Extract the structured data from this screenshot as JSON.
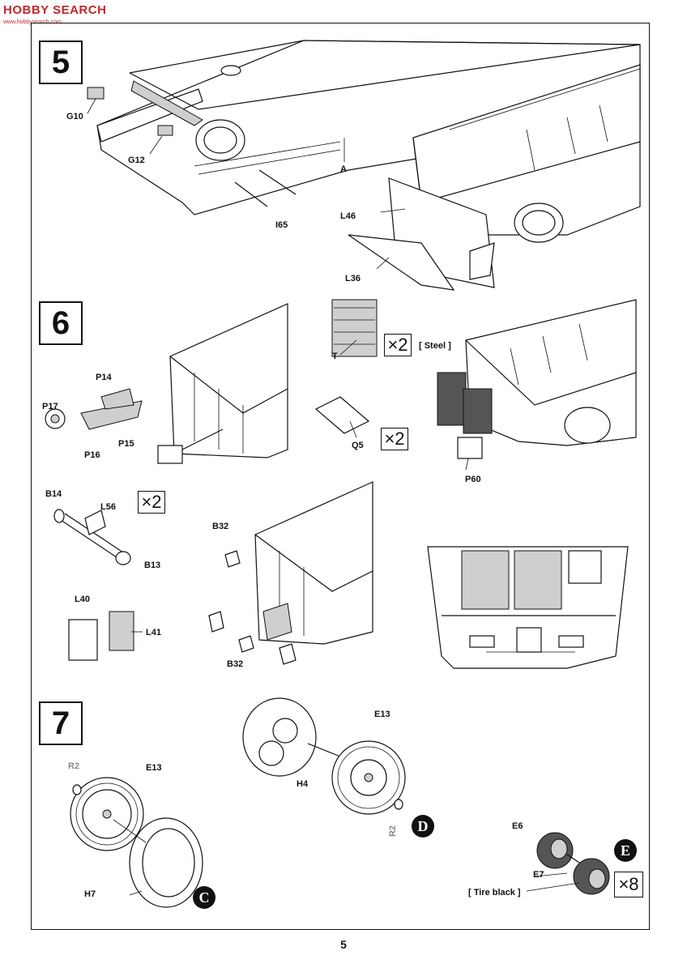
{
  "watermark": {
    "brand": "HOBBY SEARCH",
    "sub": "www.hobbysearch.com"
  },
  "page_number": "5",
  "steps": [
    {
      "number": "5",
      "labels": {
        "g10": "G10",
        "g12": "G12",
        "a": "A",
        "i65": "I65",
        "l46": "L46",
        "l36": "L36"
      }
    },
    {
      "number": "6",
      "labels": {
        "p14": "P14",
        "p17": "P17",
        "p16": "P16",
        "p15": "P15",
        "t": "T",
        "q5": "Q5",
        "steel": "[ Steel ]",
        "p60": "P60",
        "b14": "B14",
        "l56": "L56",
        "b13": "B13",
        "l40": "L40",
        "l41": "L41",
        "b32a": "B32",
        "b32b": "B32"
      },
      "quantities": {
        "tracks": "×2",
        "q5": "×2",
        "b_parts": "×2"
      }
    },
    {
      "number": "7",
      "labels": {
        "r2a": "R2",
        "e13a": "E13",
        "h7": "H7",
        "e13b": "E13",
        "h4": "H4",
        "r2b": "R2",
        "e6": "E6",
        "e7": "E7",
        "tire": "[ Tire black ]"
      },
      "callouts": {
        "c": "C",
        "d": "D",
        "e": "E"
      },
      "quantities": {
        "wheels": "×8"
      }
    }
  ]
}
